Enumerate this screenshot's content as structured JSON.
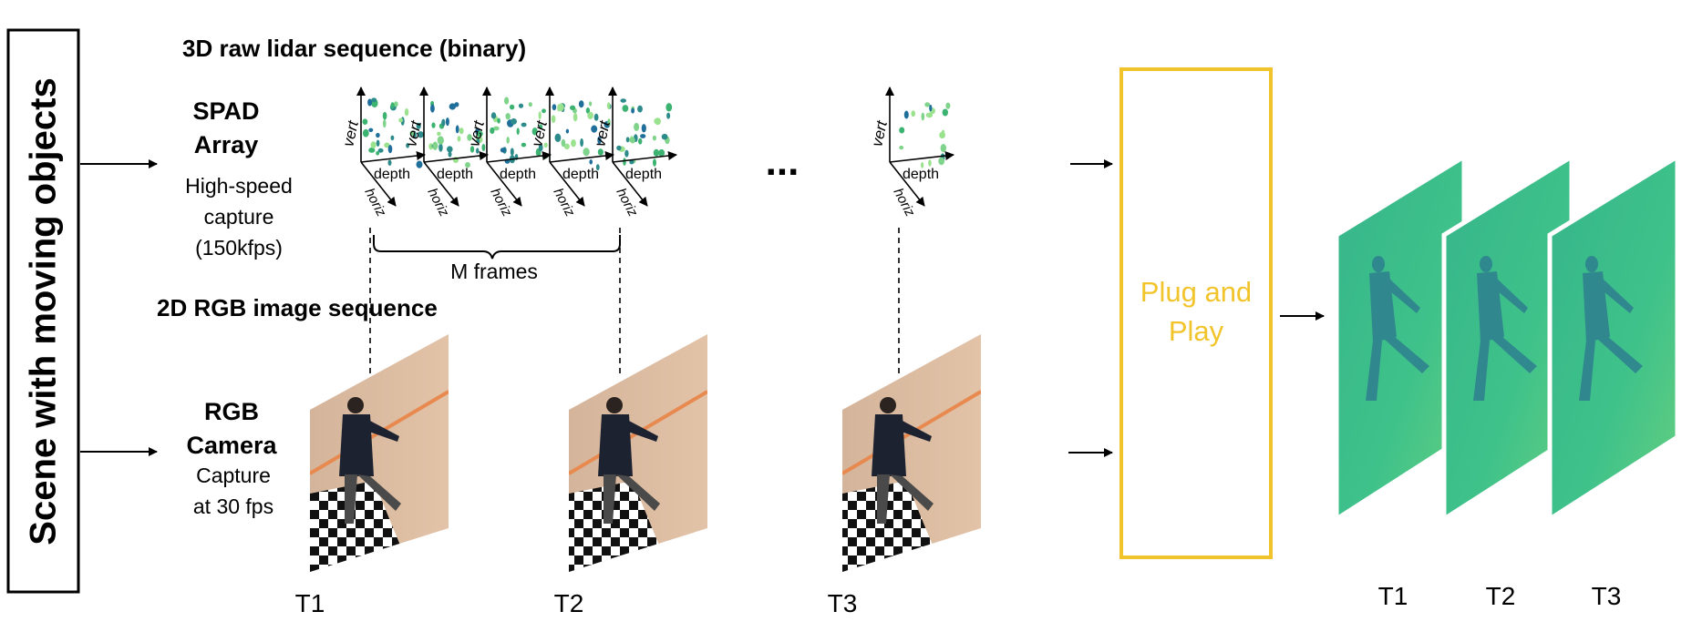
{
  "scene_label": "Scene with moving objects",
  "lidar": {
    "section_title": "3D raw lidar sequence (binary)",
    "sensor_line1": "SPAD",
    "sensor_line2": "Array",
    "desc_line1": "High-speed",
    "desc_line2": "capture",
    "desc_line3": "(150kfps)",
    "axis_vert": "vert",
    "axis_depth": "depth",
    "axis_horiz": "horiz",
    "ellipsis": "...",
    "brace_label": "M frames"
  },
  "rgb": {
    "section_title": "2D RGB image sequence",
    "sensor_line1": "RGB",
    "sensor_line2": "Camera",
    "desc_line1": "Capture",
    "desc_line2": "at 30 fps"
  },
  "rgb_times": [
    "T1",
    "T2",
    "T3"
  ],
  "module": {
    "line1": "Plug and",
    "line2": "Play",
    "color": "#F2C42C"
  },
  "output_times": [
    "T1",
    "T2",
    "T3"
  ],
  "colors": {
    "dots": [
      "#3cb371",
      "#7fd38a",
      "#2e8b8b",
      "#1f6f9a",
      "#9be28e"
    ],
    "depth_bg": "#3fc28a",
    "depth_edge": "#5fd38a",
    "silhouette": "#2e7f8f",
    "wall": "#d9b89c",
    "stripe": "#e8894f"
  }
}
